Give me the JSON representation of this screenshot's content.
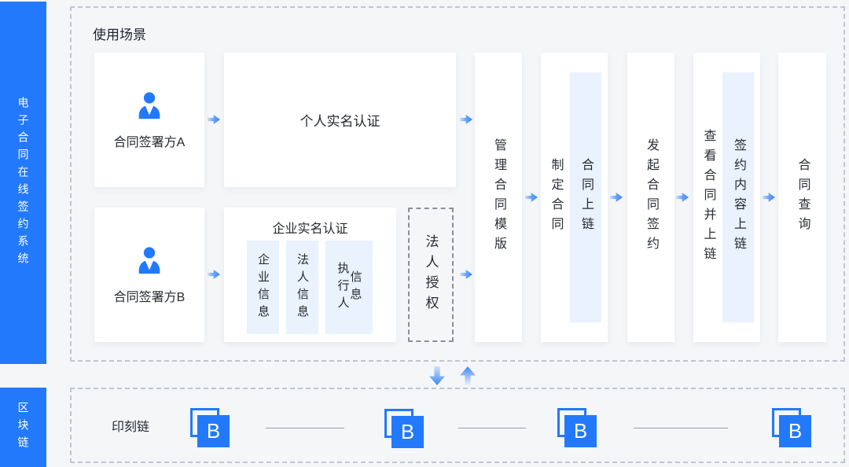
{
  "colors": {
    "accent": "#2379fc",
    "light_fill": "#e9f2fd",
    "page_bg": "#f4f6f8"
  },
  "sidebar": {
    "system_label": "电子合同在线签约系统",
    "blockchain_label": "区块链"
  },
  "scene": {
    "title": "使用场景",
    "party_a": "合同签署方A",
    "personal_auth": "个人实名认证",
    "party_b": "合同签署方B",
    "enterprise_auth": {
      "title": "企业实名认证",
      "item1": "企业信息",
      "item2": "法人信息",
      "item3_col1": "执行人",
      "item3_col2": "信息"
    },
    "legal_auth": "法人授权",
    "steps": {
      "manage_template": "管理合同模版",
      "create_contract": "制定合同",
      "contract_onchain": "合同上链",
      "initiate_sign": "发起合同签约",
      "view_contract": "查看合同并上链",
      "sign_content_onchain": "签约内容上链",
      "contract_query": "合同查询"
    }
  },
  "blockchain": {
    "chain_name": "印刻链",
    "node_letter": "B"
  }
}
